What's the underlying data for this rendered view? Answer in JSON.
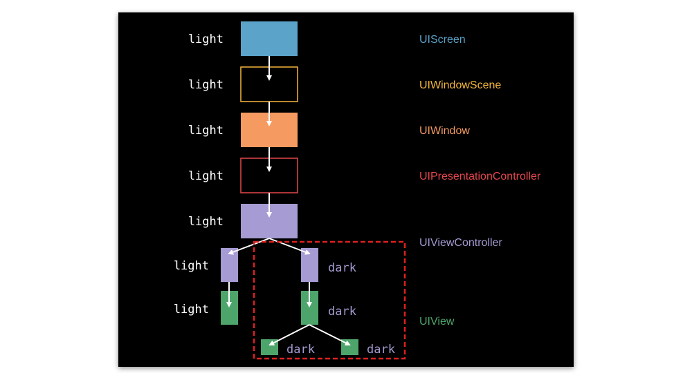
{
  "colors": {
    "screen": "#5ba3c9",
    "scene": "#f5b73b",
    "window": "#f59a60",
    "presentation": "#e5474d",
    "vc": "#a69bd2",
    "view": "#4ea56b",
    "dark_label": "#a69bd2",
    "light_label": "#ffffff",
    "arrow": "#ffffff",
    "highlight_border": "#e0201f",
    "background": "#000000"
  },
  "labels": {
    "screen": "light",
    "scene": "light",
    "window": "light",
    "presentation": "light",
    "vc": "light",
    "child_vc_left": "light",
    "child_view_left": "light",
    "child_vc_right": "dark",
    "child_view_right": "dark",
    "subview_left": "dark",
    "subview_right": "dark"
  },
  "classes": {
    "screen": "UIScreen",
    "scene": "UIWindowScene",
    "window": "UIWindow",
    "presentation": "UIPresentationController",
    "vc": "UIViewController",
    "view": "UIView"
  }
}
